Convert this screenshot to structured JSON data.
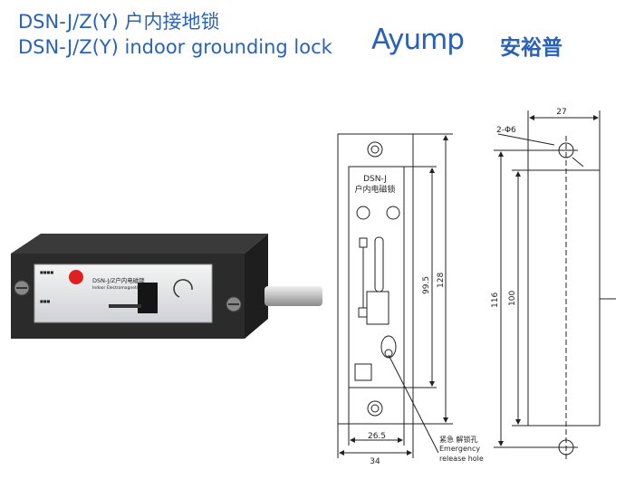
{
  "header": {
    "title_cn": "DSN-J/Z(Y) 户内接地锁",
    "title_en": "DSN-J/Z(Y) indoor grounding lock"
  },
  "brand": {
    "logo_text": "Ayump",
    "cn_name": "安裕普"
  },
  "product_photo": {
    "panel_label": "DSN-J/Z户内电磁锁",
    "sub_label": "Indoor Electromagnetic Lock"
  },
  "front_view": {
    "model": "DSN-J",
    "name_cn": "户内电磁锁",
    "dims": {
      "inner_height": "99.5",
      "outer_height": "128",
      "inner_width": "26.5",
      "outer_width": "34"
    },
    "callout_cn": "紧急 解锁孔",
    "callout_en_1": "Emergency",
    "callout_en_2": "release hole"
  },
  "side_view": {
    "dims": {
      "width": "27",
      "holes": "2-Φ6",
      "outer_height": "116",
      "inner_height": "100"
    }
  },
  "colors": {
    "title": "#2a62b8",
    "line": "#222222",
    "red_button": "#e02020"
  }
}
